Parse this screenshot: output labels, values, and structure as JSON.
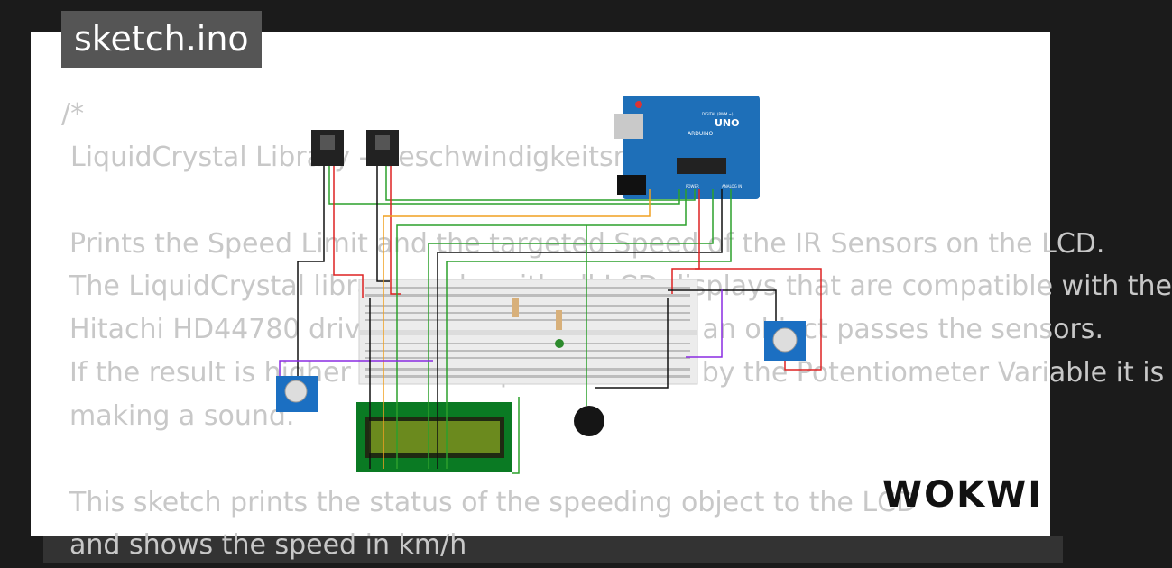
{
  "header": {
    "file_name": "sketch.ino"
  },
  "code_lines": [
    "/*",
    " LiquidCrystal Library - Geschwindigkeitsmessung",
    "Prints the Speed Limit and the targeted Speed of the IR Sensors on the LCD.",
    "The LiquidCrystal library works with all LCD displays that are compatible with the",
    "Hitachi HD44780 driver. It measures the time, an object passes the sensors.",
    "If the result is higher than the Speed Limit set by the Potentiometer Variable it is",
    "making a sound.",
    "This sketch prints the status of the speeding object to the LCD",
    "and shows the speed in km/h"
  ],
  "arduino": {
    "brand": "UNO",
    "sublabel": "ARDUINO",
    "digital_label": "DIGITAL (PWM ~)",
    "power_label": "POWER",
    "analog_label": "ANALOG IN"
  },
  "brand": {
    "name": "WOKWI"
  },
  "colors": {
    "background": "#1b1b1b",
    "card": "#ffffff",
    "tab": "#555555",
    "code_text": "#c8c8c8",
    "arduino": "#1e6fb8",
    "lcd": "#0a7a23"
  },
  "icons": [
    "ir-sensor-icon",
    "potentiometer-icon",
    "buzzer-icon",
    "resistor-icon",
    "led-icon",
    "breadboard-icon",
    "lcd-icon",
    "arduino-board-icon"
  ]
}
